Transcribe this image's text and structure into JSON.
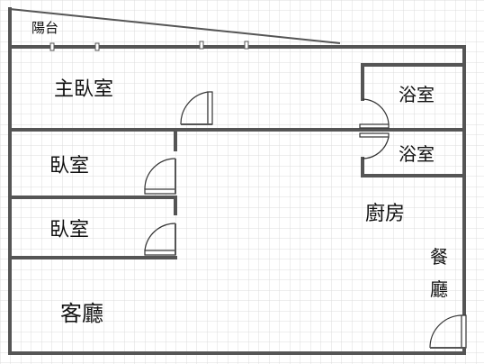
{
  "rooms": {
    "balcony": "陽台",
    "master_bedroom": "主臥室",
    "bedroom_1": "臥室",
    "bedroom_2": "臥室",
    "bathroom_1": "浴室",
    "bathroom_2": "浴室",
    "kitchen": "廚房",
    "dining_line1": "餐",
    "dining_line2": "廳",
    "living_room": "客廳"
  },
  "colors": {
    "background": "#ffffff",
    "grid": "#dcdcdc",
    "wall": "#555555"
  }
}
